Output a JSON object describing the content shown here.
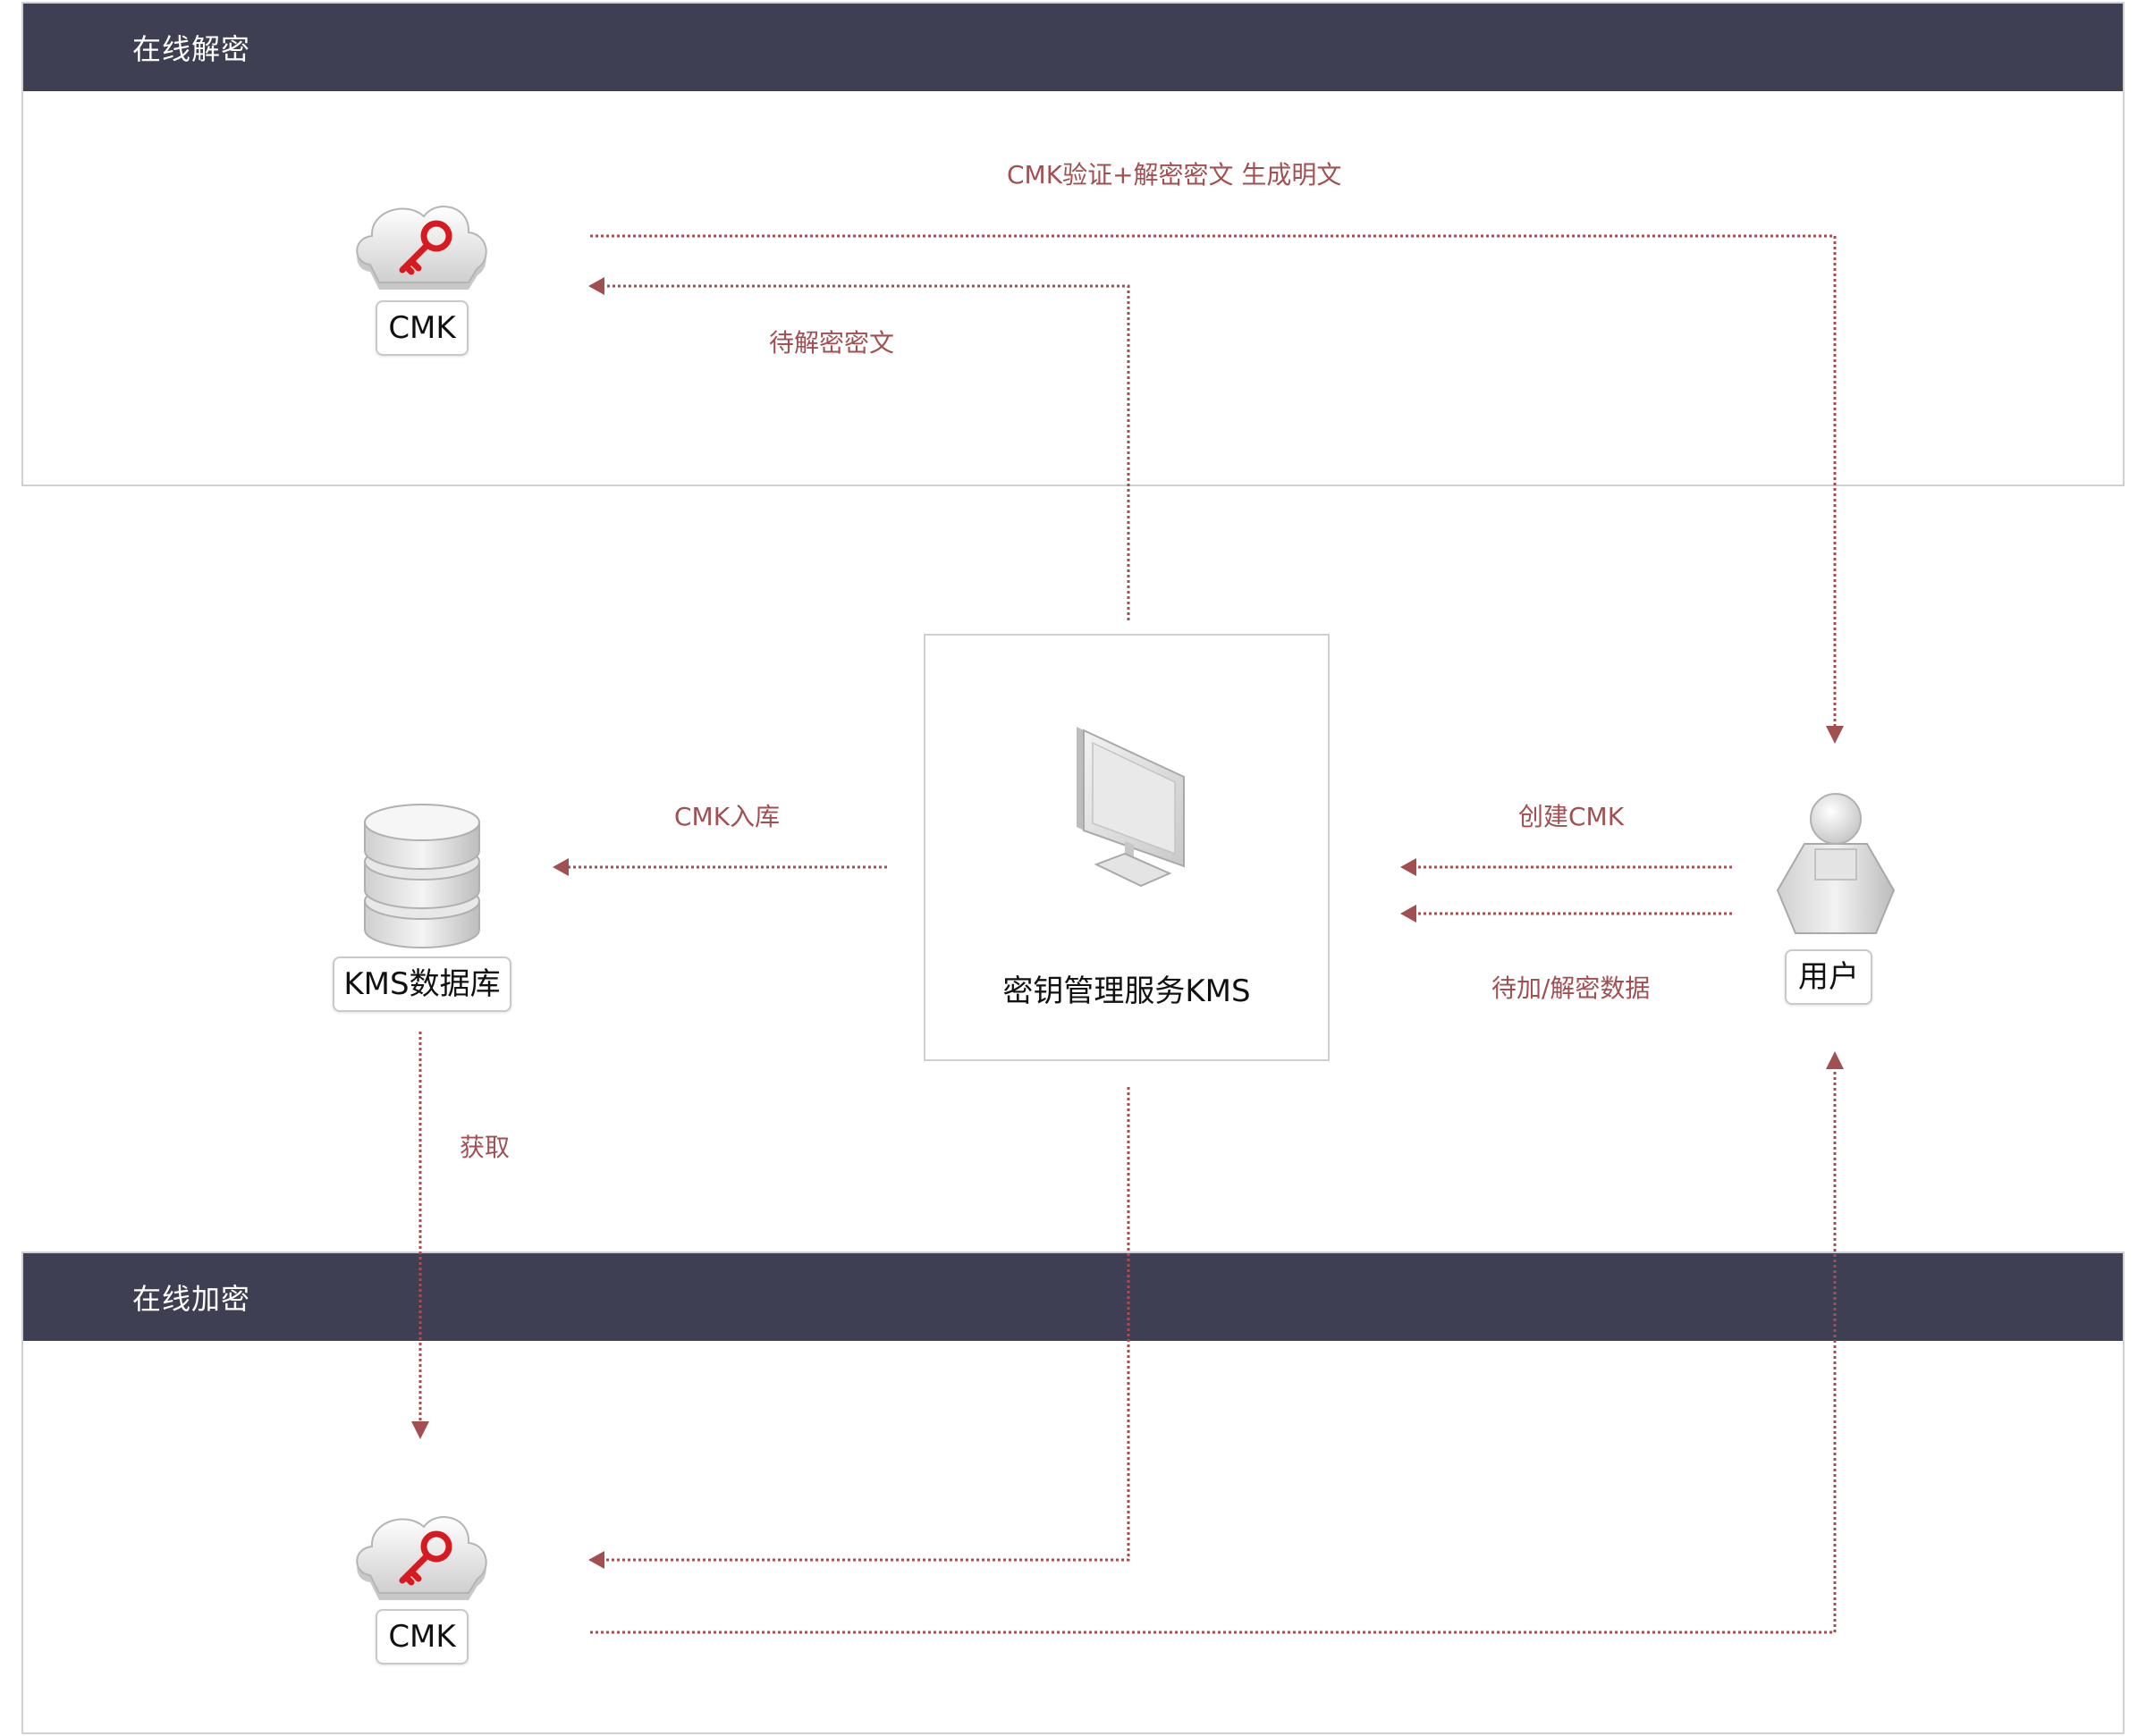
{
  "sections": {
    "decrypt": {
      "title": "在线解密"
    },
    "encrypt": {
      "title": "在线加密"
    }
  },
  "nodes": {
    "cmk_top": {
      "label": "CMK",
      "icon": "cloud-key-icon"
    },
    "cmk_bottom": {
      "label": "CMK",
      "icon": "cloud-key-icon"
    },
    "kms_database": {
      "label": "KMS数据库",
      "icon": "database-icon"
    },
    "kms_service": {
      "label": "密钥管理服务KMS",
      "icon": "monitor-icon"
    },
    "user": {
      "label": "用户",
      "icon": "user-icon"
    }
  },
  "edges": {
    "verify_decrypt": "CMK验证+解密密文 生成明文",
    "ciphertext_to_decrypt": "待解密密文",
    "cmk_store": "CMK入库",
    "create_cmk": "创建CMK",
    "data_to_process": "待加/解密数据",
    "fetch": "获取"
  },
  "colors": {
    "header": "#3e3f52",
    "arrow": "#a24f52",
    "key": "#d71920"
  }
}
